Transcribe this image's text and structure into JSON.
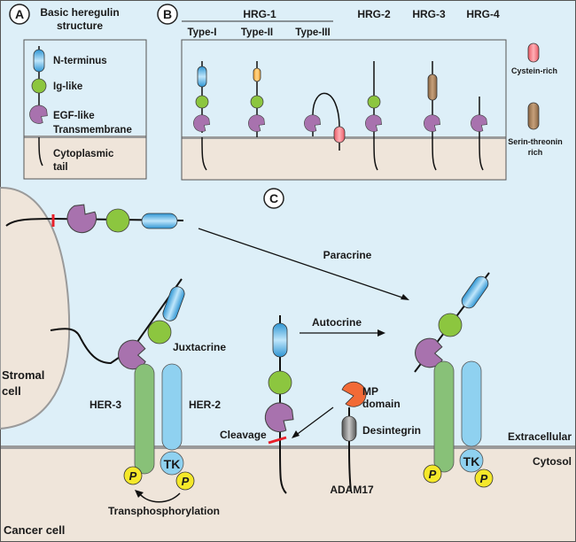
{
  "panel_a": {
    "letter": "A",
    "title_line1": "Basic heregulin",
    "title_line2": "structure",
    "legend": {
      "n_terminus": "N-terminus",
      "ig_like": "Ig-like",
      "egf_like": "EGF-like",
      "transmembrane": "Transmembrane",
      "cytoplasmic_line1": "Cytoplasmic",
      "cytoplasmic_line2": "tail"
    }
  },
  "panel_b": {
    "letter": "B",
    "group_label": "HRG-1",
    "columns": [
      "Type-I",
      "Type-II",
      "Type-III",
      "HRG-2",
      "HRG-3",
      "HRG-4"
    ],
    "legend": {
      "cystein": "Cystein-rich",
      "serin_line1": "Serin-threonin",
      "serin_line2": "rich"
    }
  },
  "panel_c": {
    "letter": "C",
    "labels": {
      "paracrine": "Paracrine",
      "autocrine": "Autocrine",
      "juxtacrine": "Juxtacrine",
      "stromal_line1": "Stromal",
      "stromal_line2": "cell",
      "her3": "HER-3",
      "her2": "HER-2",
      "tk": "TK",
      "p": "P",
      "transphosphorylation": "Transphosphorylation",
      "cancer_cell": "Cancer cell",
      "cleavage": "Cleavage",
      "mp_line1": "MP",
      "mp_line2": "domain",
      "desintegrin": "Desintegrin",
      "adam17": "ADAM17",
      "extracellular": "Extracellular",
      "cytosol": "Cytosol"
    }
  },
  "colors": {
    "extracellular_bg": "#ddeff8",
    "cytosol_bg": "#efe5da",
    "membrane": "#9a9a9a",
    "n_terminus": "#3aa3dc",
    "ig_like": "#8cc63f",
    "egf_like": "#a872ae",
    "type2_nterm": "#f3a93b",
    "cystein": "#ec6f78",
    "serin": "#9b7653",
    "her3": "#88c178",
    "her2": "#8fd1f0",
    "phospho": "#f5e82a",
    "mp_domain": "#f26a36",
    "desintegrin": "#6f6f6f",
    "cleavage": "#e8202a"
  }
}
